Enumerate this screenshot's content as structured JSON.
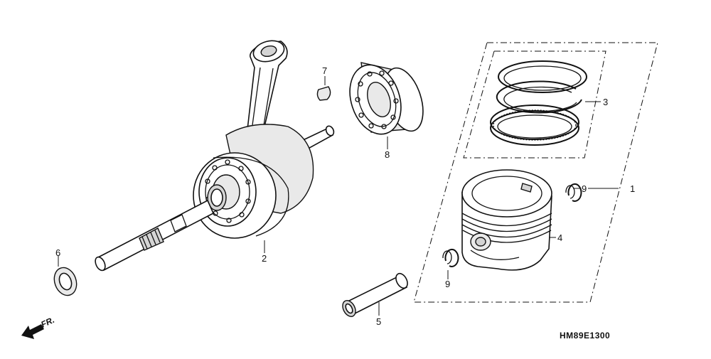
{
  "diagram": {
    "code": "HM89E1300",
    "front_label": "FR.",
    "callouts": [
      {
        "id": "c1",
        "label": "1"
      },
      {
        "id": "c2",
        "label": "2"
      },
      {
        "id": "c3",
        "label": "3"
      },
      {
        "id": "c4",
        "label": "4"
      },
      {
        "id": "c5",
        "label": "5"
      },
      {
        "id": "c6",
        "label": "6"
      },
      {
        "id": "c7",
        "label": "7"
      },
      {
        "id": "c8",
        "label": "8"
      },
      {
        "id": "c9a",
        "label": "9"
      },
      {
        "id": "c9b",
        "label": "9"
      }
    ]
  }
}
